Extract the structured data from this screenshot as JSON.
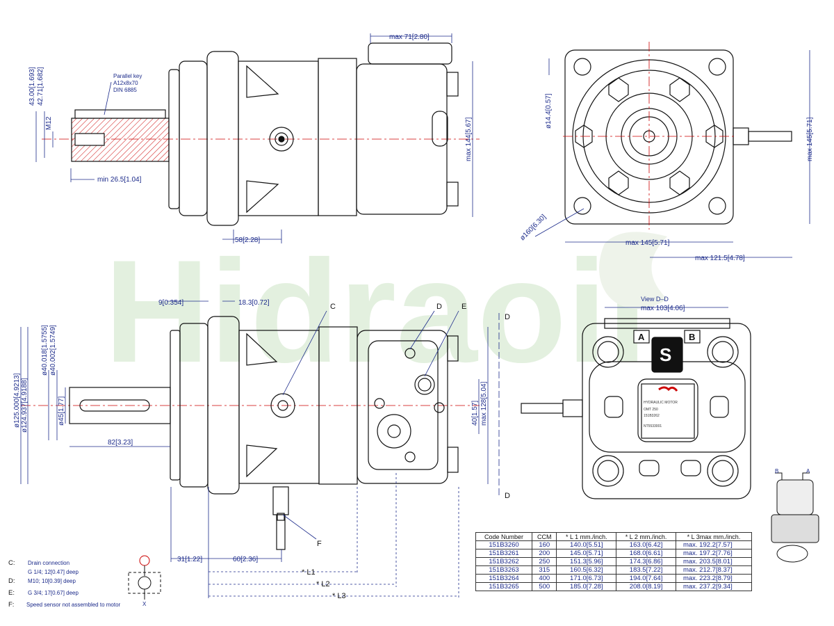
{
  "watermark": "Hidraoil",
  "top_view": {
    "key_label_1": "Parallel key",
    "key_label_2": "A12x8x70",
    "key_label_3": "DIN 6885",
    "d_43": "43.00[1.693]",
    "d_4271": "42.71[1.682]",
    "d_m12": "M12",
    "d_min265": "min 26.5[1.04]",
    "d_58": "58[2.28]",
    "d_max71": "max 71[2.80]",
    "d_max144": "max 144[5.67]"
  },
  "end_view": {
    "d_144": "ø14.4[0.57]",
    "d_160": "ø160[6.30]",
    "d_max145h": "max 145[5.71]",
    "d_max1215": "max 121.5[4.78]",
    "d_max145v": "max 145[5.71]"
  },
  "side_view": {
    "d_9": "9[0.354]",
    "d_183": "18.3[0.72]",
    "label_c": "C",
    "label_d": "D",
    "label_e": "E",
    "label_f": "F",
    "d_125": "ø125.000[4.9213]",
    "d_124": "ø124.937[4.9188]",
    "d_40018": "ø40.018[1.5755]",
    "d_40002": "ø40.002[1.5749]",
    "d_45": "ø45[1.77]",
    "d_82": "82[3.23]",
    "d_31": "31[1.22]",
    "d_60": "60[2.36]",
    "d_40": "40[1.57]",
    "d_max128": "max 128[5.04]",
    "l1": "* L1",
    "l2": "* L2",
    "l3": "* L3",
    "section_mark": "D"
  },
  "view_dd": {
    "title": "View D–D",
    "d_max103": "max 103[4.06]",
    "port_a": "A",
    "port_b": "B",
    "plate_text": "HYDRAULIC MOTOR",
    "plate_model": "OMT 250",
    "plate_code": "151B3262",
    "plate_serial": "NT5533001"
  },
  "rotation": {
    "label_b": "B",
    "label_a": "A"
  },
  "notes": [
    {
      "key": "C:",
      "text": "Drain connection"
    },
    {
      "key": "",
      "text": "G 1/4; 12[0.47] deep"
    },
    {
      "key": "D:",
      "text": "M10; 10[0.39] deep"
    },
    {
      "key": "E:",
      "text": "G 3/4; 17[0.67] deep"
    },
    {
      "key": "F:",
      "text": "Speed sensor not assembled to motor"
    }
  ],
  "symbol_x": "X",
  "table": {
    "headers": [
      "Code Number",
      "CCM",
      "* L 1 mm./inch.",
      "* L 2 mm./inch.",
      "* L 3max mm./inch."
    ],
    "rows": [
      [
        "151B3260",
        "160",
        "140.0[5.51]",
        "163.0[6.42]",
        "max.  192.2[7.57]"
      ],
      [
        "151B3261",
        "200",
        "145.0[5.71]",
        "168.0[6.61]",
        "max.  197.2[7.76]"
      ],
      [
        "151B3262",
        "250",
        "151.3[5.96]",
        "174.3[6.86]",
        "max.  203.5[8.01]"
      ],
      [
        "151B3263",
        "315",
        "160.5[6.32]",
        "183.5[7.22]",
        "max.  212.7[8.37]"
      ],
      [
        "151B3264",
        "400",
        "171.0[6.73]",
        "194.0[7.64]",
        "max.  223.2[8.79]"
      ],
      [
        "151B3265",
        "500",
        "185.0[7.28]",
        "208.0[8.19]",
        "max.  237.2[9.34]"
      ]
    ]
  }
}
